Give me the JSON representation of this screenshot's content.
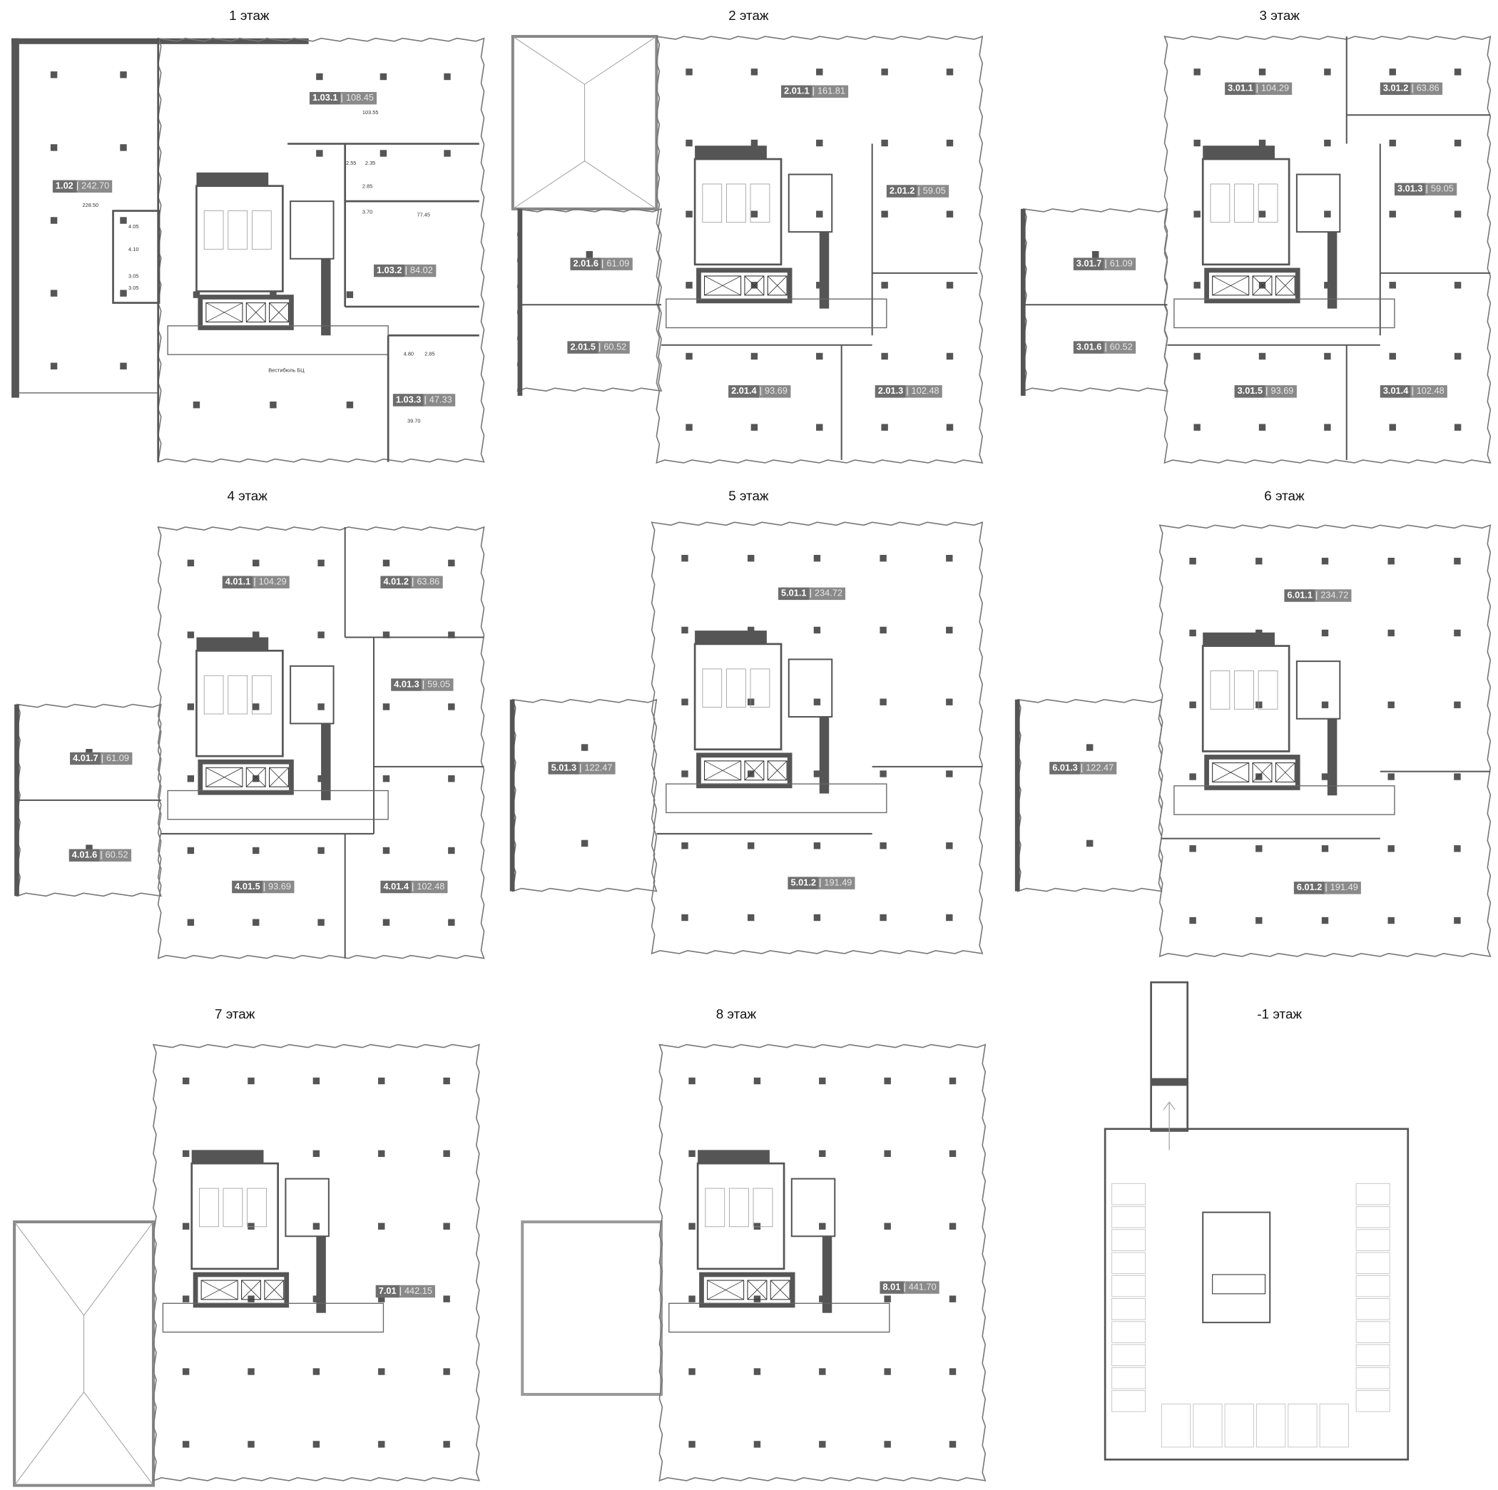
{
  "floors": [
    {
      "title": "1 этаж",
      "units": [
        {
          "id": "1.02",
          "area": "242.70"
        },
        {
          "id": "1.03.1",
          "area": "108.45"
        },
        {
          "id": "1.03.2",
          "area": "84.02"
        },
        {
          "id": "1.03.3",
          "area": "47.33"
        }
      ],
      "notes": [
        "228.50",
        "103.55",
        "77.45",
        "39.70",
        "Вестибюль БЦ",
        "4.05",
        "4.10",
        "3.05",
        "3.05",
        "2.55",
        "2.35",
        "2.85",
        "3.70",
        "4.80",
        "2.85"
      ]
    },
    {
      "title": "2 этаж",
      "units": [
        {
          "id": "2.01.1",
          "area": "161.81"
        },
        {
          "id": "2.01.2",
          "area": "59.05"
        },
        {
          "id": "2.01.6",
          "area": "61.09"
        },
        {
          "id": "2.01.5",
          "area": "60.52"
        },
        {
          "id": "2.01.4",
          "area": "93.69"
        },
        {
          "id": "2.01.3",
          "area": "102.48"
        }
      ]
    },
    {
      "title": "3 этаж",
      "units": [
        {
          "id": "3.01.1",
          "area": "104.29"
        },
        {
          "id": "3.01.2",
          "area": "63.86"
        },
        {
          "id": "3.01.3",
          "area": "59.05"
        },
        {
          "id": "3.01.7",
          "area": "61.09"
        },
        {
          "id": "3.01.6",
          "area": "60.52"
        },
        {
          "id": "3.01.5",
          "area": "93.69"
        },
        {
          "id": "3.01.4",
          "area": "102.48"
        }
      ]
    },
    {
      "title": "4 этаж",
      "units": [
        {
          "id": "4.01.1",
          "area": "104.29"
        },
        {
          "id": "4.01.2",
          "area": "63.86"
        },
        {
          "id": "4.01.3",
          "area": "59.05"
        },
        {
          "id": "4.01.7",
          "area": "61.09"
        },
        {
          "id": "4.01.6",
          "area": "60.52"
        },
        {
          "id": "4.01.5",
          "area": "93.69"
        },
        {
          "id": "4.01.4",
          "area": "102.48"
        }
      ]
    },
    {
      "title": "5 этаж",
      "units": [
        {
          "id": "5.01.1",
          "area": "234.72"
        },
        {
          "id": "5.01.3",
          "area": "122.47"
        },
        {
          "id": "5.01.2",
          "area": "191.49"
        }
      ]
    },
    {
      "title": "6 этаж",
      "units": [
        {
          "id": "6.01.1",
          "area": "234.72"
        },
        {
          "id": "6.01.3",
          "area": "122.47"
        },
        {
          "id": "6.01.2",
          "area": "191.49"
        }
      ]
    },
    {
      "title": "7 этаж",
      "units": [
        {
          "id": "7.01",
          "area": "442.15"
        }
      ]
    },
    {
      "title": "8 этаж",
      "units": [
        {
          "id": "8.01",
          "area": "441.70"
        }
      ]
    },
    {
      "title": "-1 этаж",
      "units": []
    }
  ],
  "separator": "|",
  "colors": {
    "wall": "#555555",
    "label_id": "#6d6d6d",
    "label_area": "#8a8a8a"
  }
}
